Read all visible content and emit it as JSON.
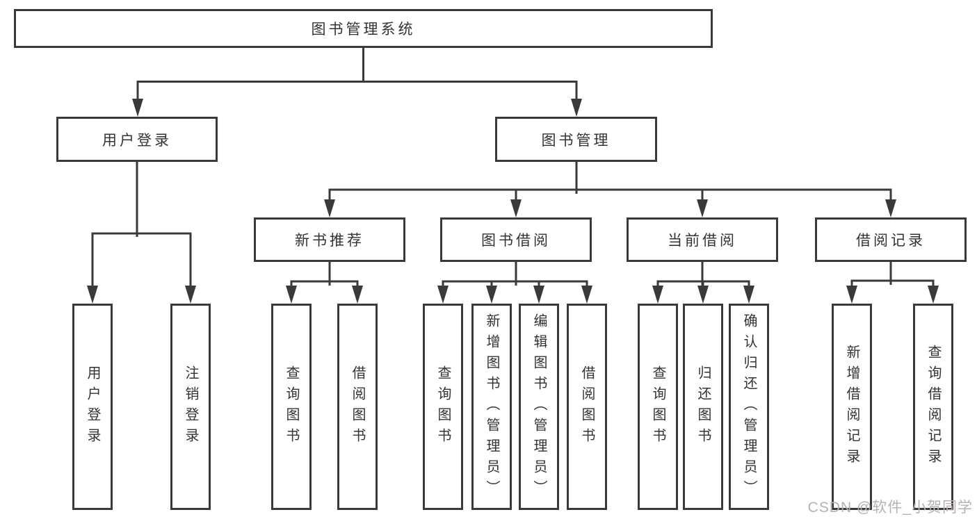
{
  "tree": {
    "root": {
      "label": "图书管理系统"
    },
    "children": [
      {
        "label": "用户登录",
        "children": [
          {
            "label": "用户登录"
          },
          {
            "label": "注销登录"
          }
        ]
      },
      {
        "label": "图书管理",
        "children": [
          {
            "label": "新书推荐",
            "children": [
              {
                "label": "查询图书"
              },
              {
                "label": "借阅图书"
              }
            ]
          },
          {
            "label": "图书借阅",
            "children": [
              {
                "label": "查询图书"
              },
              {
                "label": "新增图书（管理员）"
              },
              {
                "label": "编辑图书（管理员）"
              },
              {
                "label": "借阅图书"
              }
            ]
          },
          {
            "label": "当前借阅",
            "children": [
              {
                "label": "查询图书"
              },
              {
                "label": "归还图书"
              },
              {
                "label": "确认归还（管理员）"
              }
            ]
          },
          {
            "label": "借阅记录",
            "children": [
              {
                "label": "新增借阅记录"
              },
              {
                "label": "查询借阅记录"
              }
            ]
          }
        ]
      }
    ]
  },
  "watermark": {
    "text": "CSDN @软件_小贺同学"
  },
  "colors": {
    "line": "#3a3a3a",
    "text": "#333333",
    "background": "#ffffff",
    "watermark": "#b7b0b4"
  }
}
